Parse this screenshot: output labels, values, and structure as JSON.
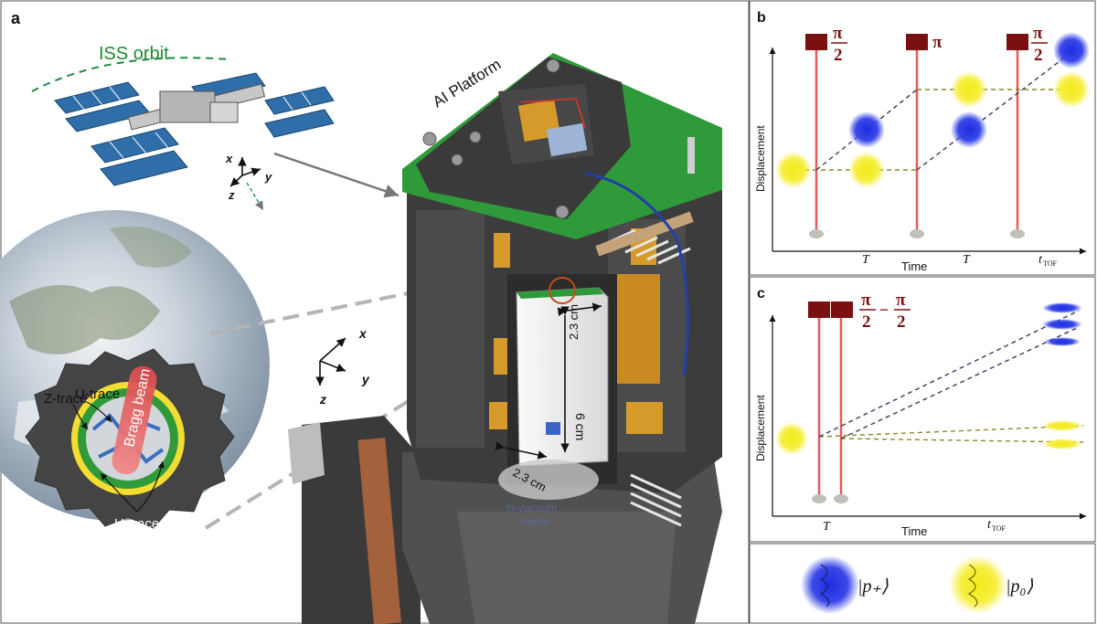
{
  "panel_a": {
    "letter": "a",
    "iss_label": "ISS orbit",
    "ai_platform_label": "AI Platform",
    "traces": {
      "u": "U-trace",
      "z": "Z-trace",
      "h": "H-traces"
    },
    "bragg_label": "Bragg beam",
    "dims": {
      "width_top": "2.3 cm",
      "height": "6 cm",
      "width_bottom": "2.3 cm"
    },
    "mirror_label": [
      "In-vacuum",
      "mirror"
    ],
    "axes": {
      "x": "x",
      "y": "y",
      "z": "z"
    }
  },
  "panel_b": {
    "letter": "b",
    "ylabel": "Displacement",
    "xlabel": "Time",
    "pulses": [
      {
        "num": "π",
        "den": "2"
      },
      {
        "num": "π",
        "den": ""
      },
      {
        "num": "π",
        "den": "2"
      }
    ],
    "ticks": [
      "T",
      "T"
    ],
    "tof": "t",
    "tof_sub": "TOF"
  },
  "panel_c": {
    "letter": "c",
    "ylabel": "Displacement",
    "xlabel": "Time",
    "pulse_text": {
      "num1": "π",
      "den1": "2",
      "minus": "−",
      "num2": "π",
      "den2": "2"
    },
    "tick": "T",
    "tof": "t",
    "tof_sub": "TOF"
  },
  "legend": {
    "p_plus": "|p₊⟩",
    "p_zero": "|p₀⟩"
  },
  "colors": {
    "pulse": "#7b1010",
    "laser": "#e04040",
    "p_plus": "#2a3bd6",
    "p_zero": "#f5ef2a",
    "pcb": "#2f9a3a",
    "metal": "#3c3c3c",
    "orange": "#d59a2a"
  }
}
